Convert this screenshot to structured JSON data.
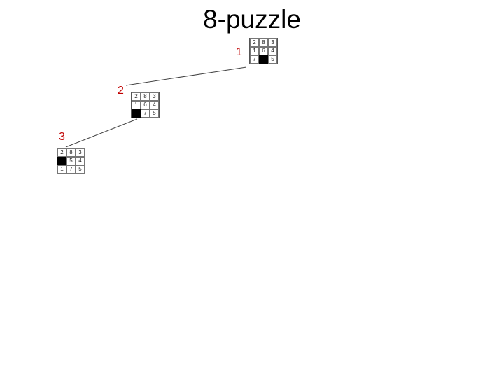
{
  "title": "8-puzzle",
  "colors": {
    "step_label": "#c00000",
    "blank_tile": "#000000",
    "edge": "#444444"
  },
  "nodes": [
    {
      "step": "1",
      "tiles": [
        "2",
        "8",
        "3",
        "1",
        "6",
        "4",
        "7",
        "",
        "5"
      ]
    },
    {
      "step": "2",
      "tiles": [
        "2",
        "8",
        "3",
        "1",
        "6",
        "4",
        "",
        "7",
        "5"
      ]
    },
    {
      "step": "3",
      "tiles": [
        "2",
        "8",
        "3",
        "",
        "5",
        "4",
        "1",
        "7",
        "5"
      ]
    }
  ]
}
